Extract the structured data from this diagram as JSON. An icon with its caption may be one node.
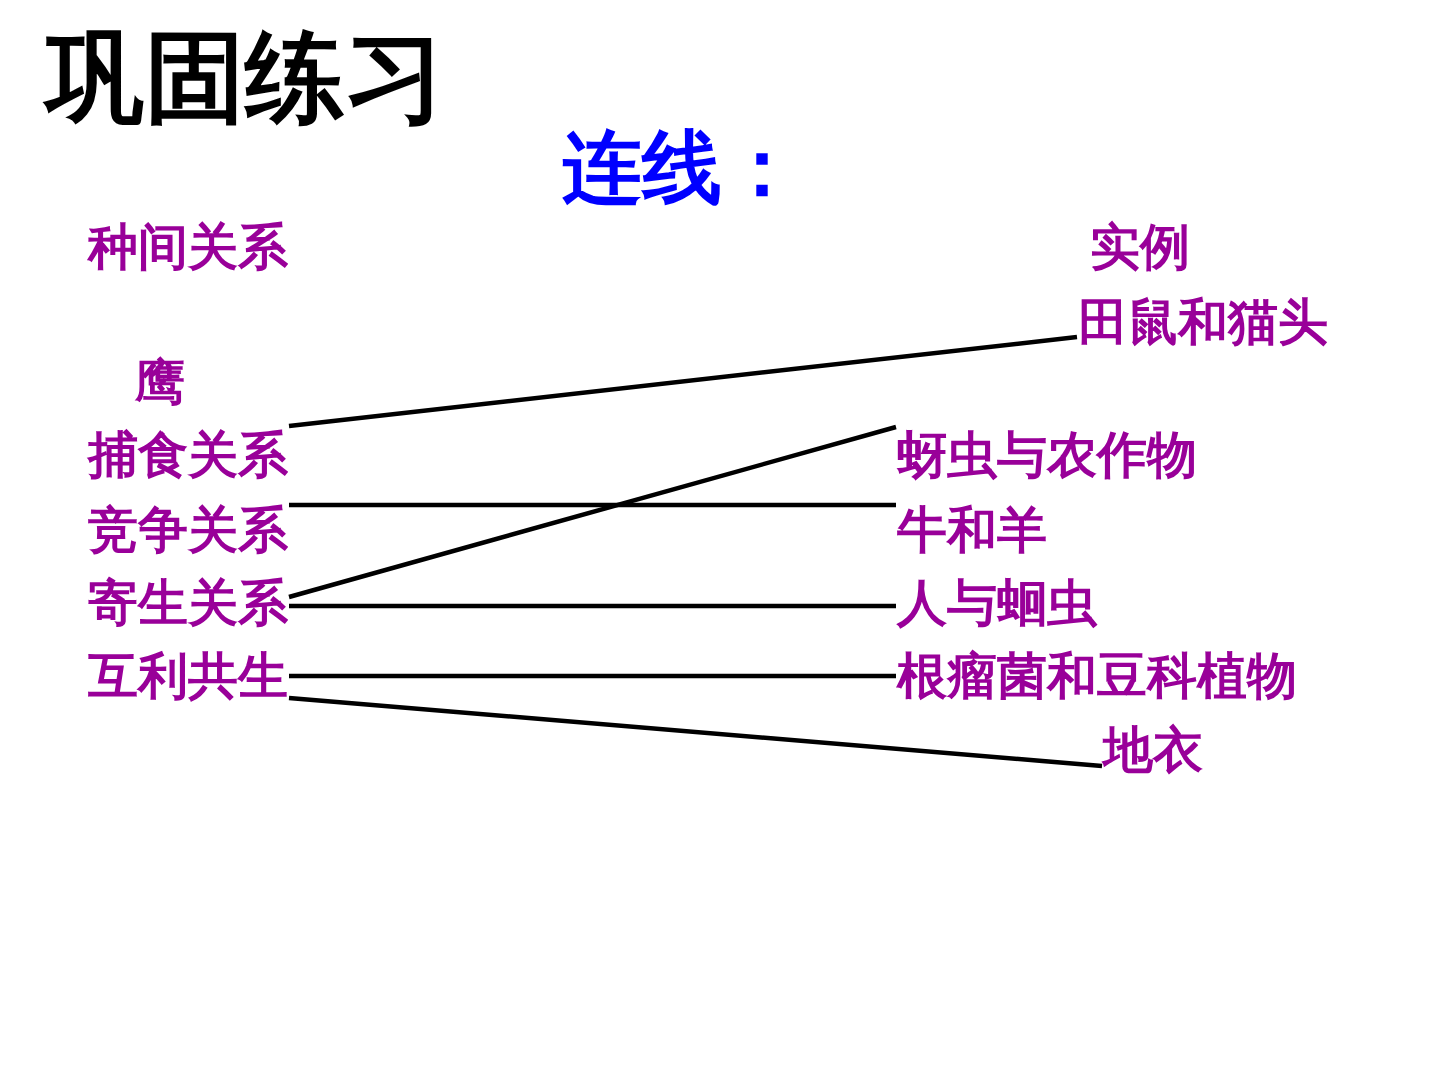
{
  "diagram": {
    "title": "巩固练习",
    "nodes": [
      {
        "text": [
          "捕食关系"
        ]
      },
      {
        "text": [
          "竞争关系"
        ]
      },
      {
        "text": [
          "寄生关系"
        ]
      },
      {
        "text": [
          "互利共生"
        ]
      },
      {
        "text": [
          "田鼠和猫头"
        ]
      },
      {
        "text": [
          "蚜虫与农作物"
        ]
      },
      {
        "text": [
          "牛和羊"
        ]
      },
      {
        "text": [
          "人与蛔虫"
        ]
      },
      {
        "text": [
          "根瘤菌和豆科植物"
        ]
      },
      {
        "text": [
          "地衣"
        ]
      }
    ],
    "edges": [
      {
        "from": 0,
        "to": 4,
        "arrow": "none"
      },
      {
        "from": 2,
        "to": 5,
        "arrow": "none"
      },
      {
        "from": 1,
        "to": 6,
        "arrow": "none"
      },
      {
        "from": 2,
        "to": 7,
        "arrow": "none"
      },
      {
        "from": 3,
        "to": 8,
        "arrow": "none"
      },
      {
        "from": 3,
        "to": 9,
        "arrow": "none"
      }
    ],
    "labels": [
      "连线：",
      "种间关系",
      "实例",
      "鹰"
    ]
  }
}
